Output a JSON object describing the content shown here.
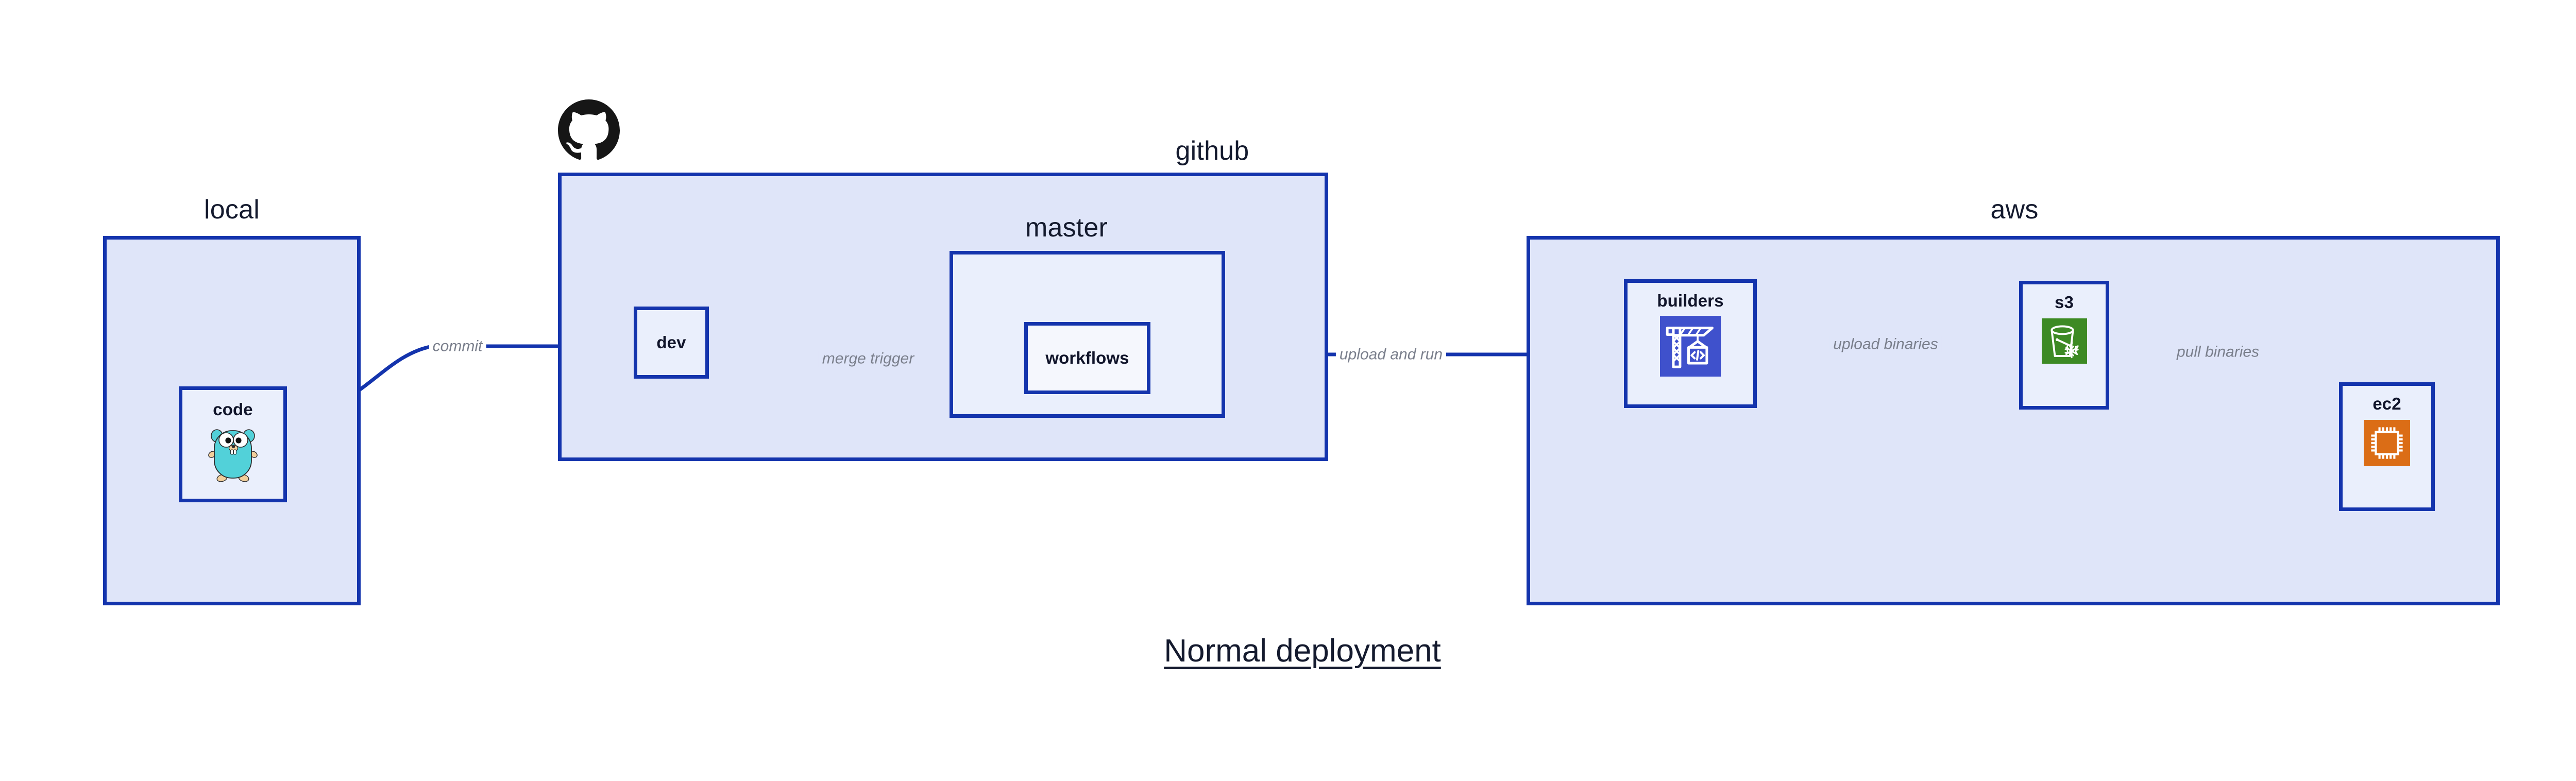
{
  "diagram": {
    "title": "Normal deployment",
    "colors": {
      "group_border": "#1434ad",
      "group_fill": "#dfe5f9",
      "node_fill": "#eaeffc",
      "node_fill_pale": "#f5f7fd",
      "connector": "#1434ad",
      "edge_label": "#7a7f8c",
      "text": "#141a2e",
      "builders_icon_bg": "#3f51cc",
      "s3_icon_bg": "#3d8a24",
      "ec2_icon_bg": "#db6d16",
      "gopher_body": "#52d1d9",
      "octocat": "#161616"
    }
  },
  "groups": {
    "local": {
      "label": "local"
    },
    "github": {
      "label": "github"
    },
    "master": {
      "label": "master"
    },
    "aws": {
      "label": "aws"
    }
  },
  "nodes": {
    "code": {
      "label": "code",
      "icon": "go-gopher-icon"
    },
    "dev": {
      "label": "dev",
      "icon": ""
    },
    "workflows": {
      "label": "workflows",
      "icon": ""
    },
    "builders": {
      "label": "builders",
      "icon": "aws-codebuild-crane-icon"
    },
    "s3": {
      "label": "s3",
      "icon": "aws-s3-glacier-bucket-icon"
    },
    "ec2": {
      "label": "ec2",
      "icon": "aws-ec2-chip-icon"
    }
  },
  "edges": [
    {
      "id": "commit",
      "label": "commit",
      "from": "code",
      "to": "dev"
    },
    {
      "id": "merge-trigger",
      "label": "merge trigger",
      "from": "dev",
      "to": "workflows"
    },
    {
      "id": "upload-and-run",
      "label": "upload and run",
      "from": "workflows",
      "to": "builders"
    },
    {
      "id": "upload-binaries",
      "label": "upload binaries",
      "from": "builders",
      "to": "s3"
    },
    {
      "id": "pull-binaries",
      "label": "pull binaries",
      "from": "s3",
      "to": "ec2"
    }
  ],
  "marks": {
    "github_logo": "github-octocat-icon"
  }
}
